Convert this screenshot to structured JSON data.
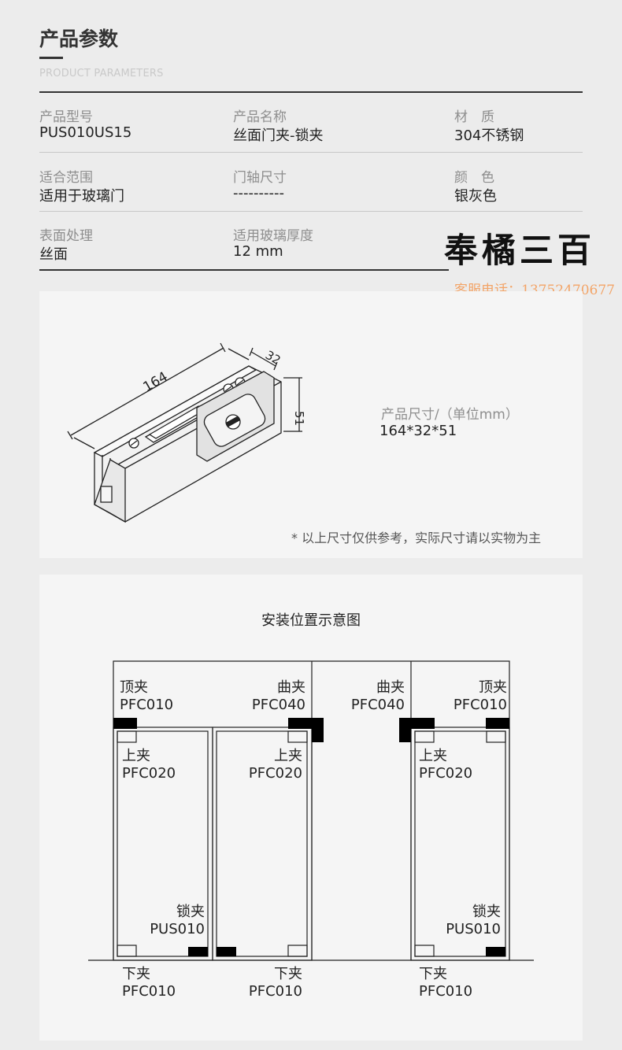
{
  "section": {
    "title": "产品参数",
    "subtitle": "PRODUCT PARAMETERS"
  },
  "params": [
    {
      "label": "产品型号",
      "value": "PUS010US15"
    },
    {
      "label": "产品名称",
      "value": "丝面门夹-锁夹"
    },
    {
      "label": "材　质",
      "value": "304不锈钢"
    },
    {
      "label": "适合范围",
      "value": "适用于玻璃门"
    },
    {
      "label": "门轴尺寸",
      "value": "----------"
    },
    {
      "label": "颜　色",
      "value": "银灰色"
    },
    {
      "label": "表面处理",
      "value": "丝面"
    },
    {
      "label": "适用玻璃厚度",
      "value": "12 mm"
    }
  ],
  "brand": {
    "name": "奉橘三百",
    "service": "客服电话：13752470677"
  },
  "dimensions": {
    "length": "164",
    "width": "32",
    "height": "51",
    "label": "产品尺寸/（单位mm）",
    "value": "164*32*51",
    "note": "* 以上尺寸仅供参考，实际尺寸请以实物为主"
  },
  "diagram": {
    "title": "安装位置示意图",
    "labels": {
      "top_left_name": "顶夹",
      "top_left_code": "PFC010",
      "curve_left_name": "曲夹",
      "curve_left_code": "PFC040",
      "curve_right_name": "曲夹",
      "curve_right_code": "PFC040",
      "top_right_name": "顶夹",
      "top_right_code": "PFC010",
      "upper1_name": "上夹",
      "upper1_code": "PFC020",
      "upper2_name": "上夹",
      "upper2_code": "PFC020",
      "upper3_name": "上夹",
      "upper3_code": "PFC020",
      "lock1_name": "锁夹",
      "lock1_code": "PUS010",
      "lock2_name": "锁夹",
      "lock2_code": "PUS010",
      "bottom1_name": "下夹",
      "bottom1_code": "PFC010",
      "bottom2_name": "下夹",
      "bottom2_code": "PFC010",
      "bottom3_name": "下夹",
      "bottom3_code": "PFC010"
    }
  }
}
